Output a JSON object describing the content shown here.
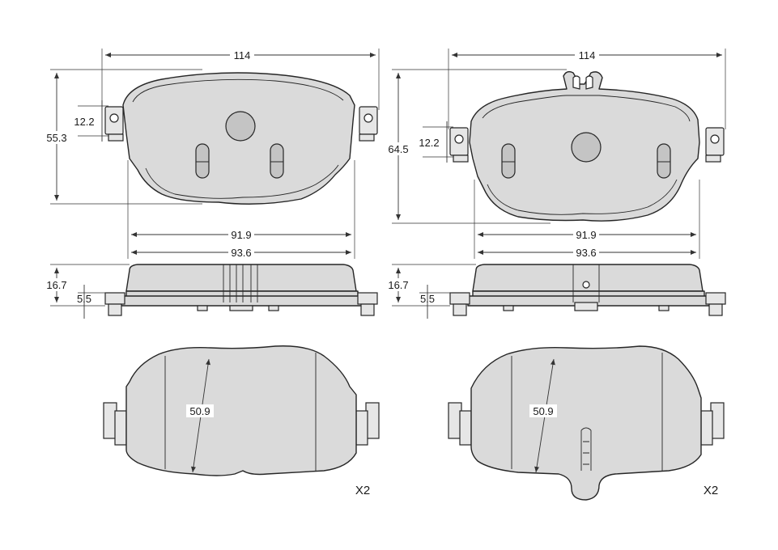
{
  "left_pad": {
    "width_label": "114",
    "height_label": "55.3",
    "ear_label": "12.2",
    "inner_width_label": "91.9",
    "outer_width_label": "93.6",
    "thickness_label": "16.7",
    "backplate_label": "5.5",
    "friction_height_label": "50.9",
    "quantity_label": "X2"
  },
  "right_pad": {
    "width_label": "114",
    "height_label": "64.5",
    "ear_label": "12.2",
    "inner_width_label": "91.9",
    "outer_width_label": "93.6",
    "thickness_label": "16.7",
    "backplate_label": "5.5",
    "friction_height_label": "50.9",
    "quantity_label": "X2"
  }
}
